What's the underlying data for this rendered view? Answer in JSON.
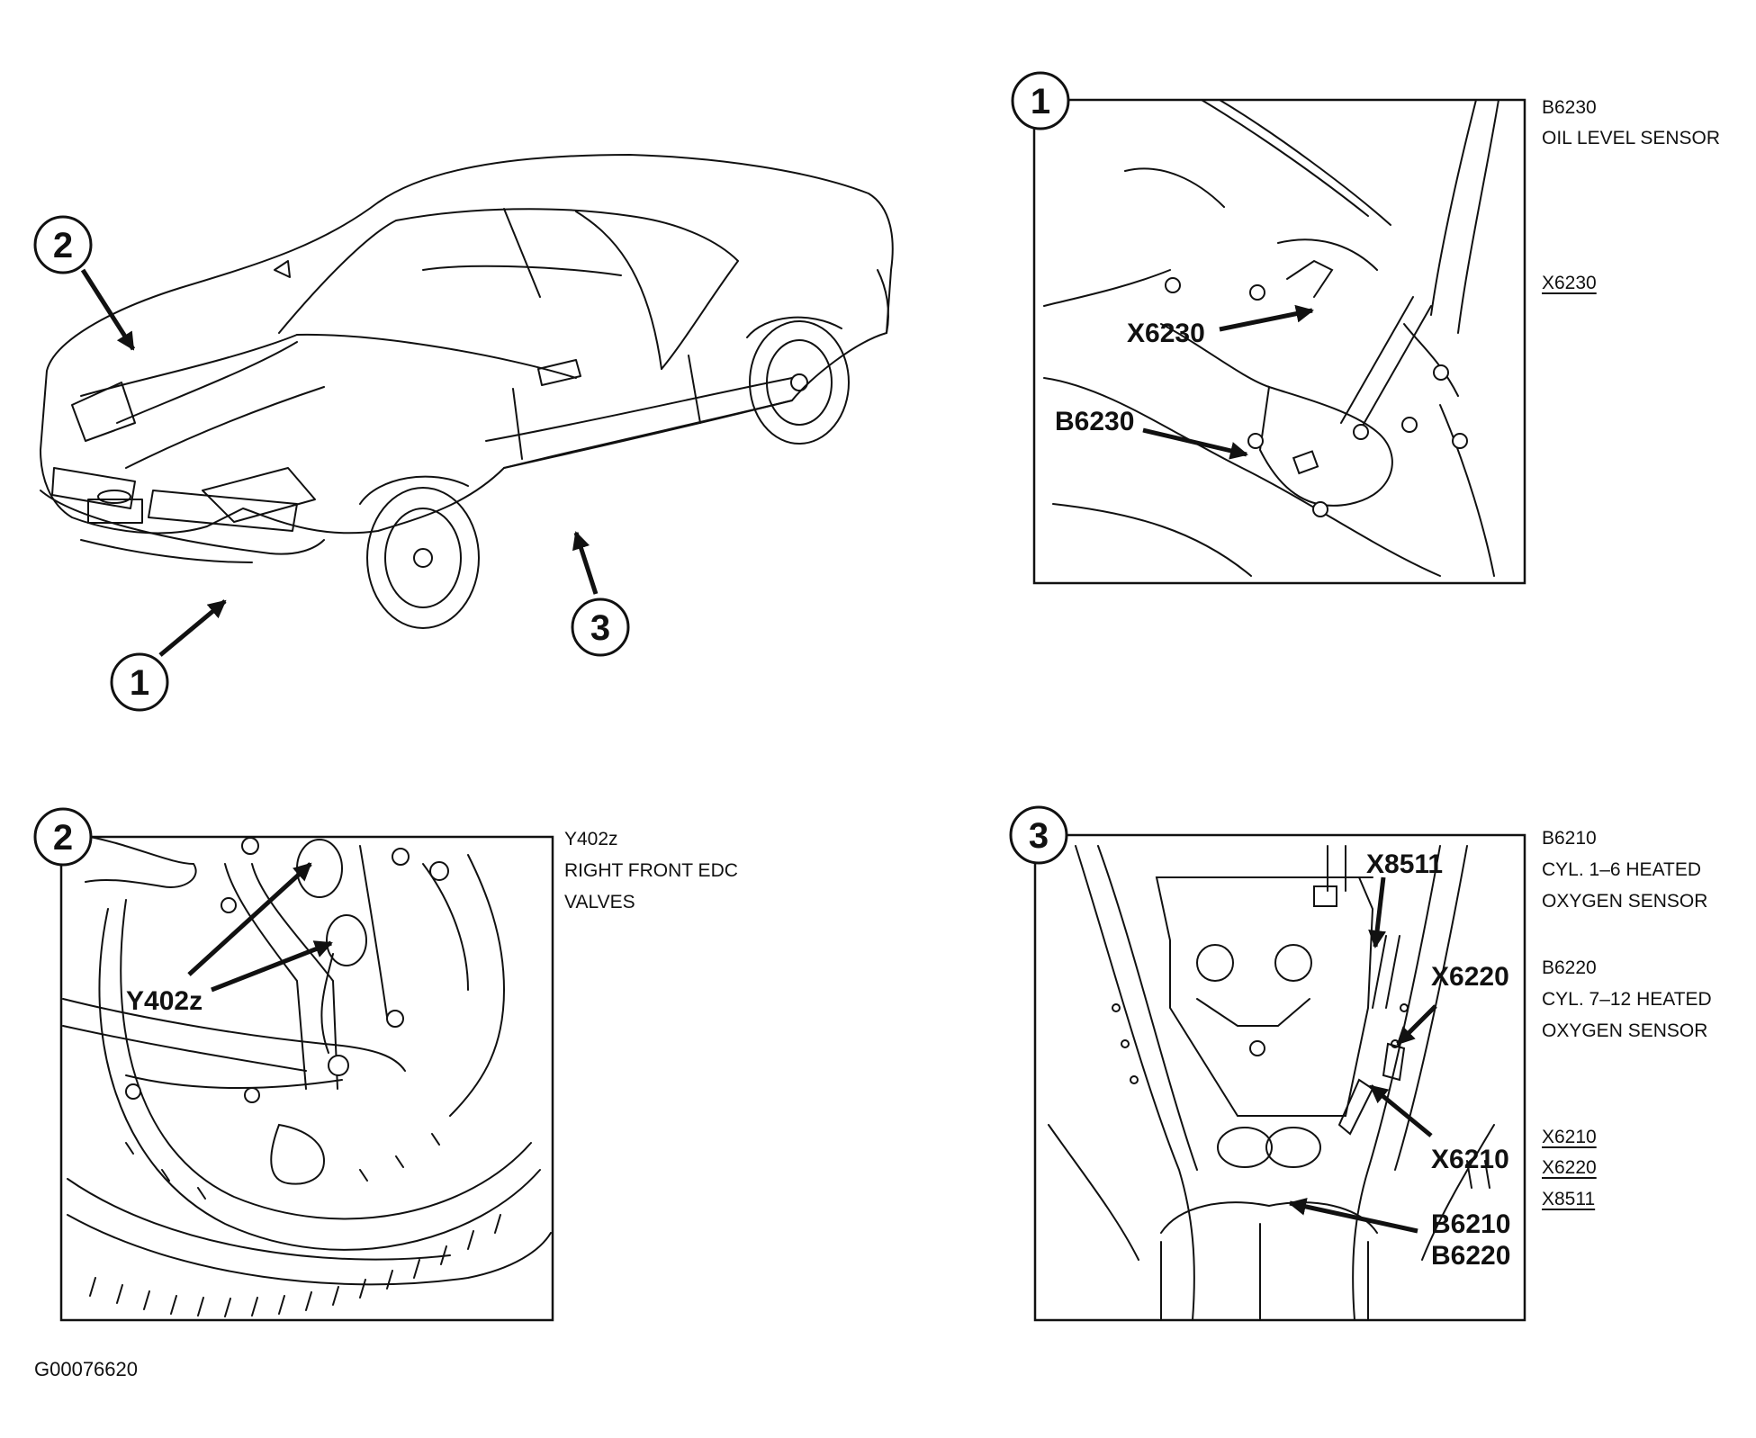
{
  "figure_id": "G00076620",
  "overview": {
    "markers": [
      "1",
      "2",
      "3"
    ]
  },
  "panels": [
    {
      "badge": "1",
      "callouts": [
        "X6230",
        "B6230"
      ],
      "legend": [
        {
          "text": "B6230",
          "underline": false
        },
        {
          "text": "OIL LEVEL SENSOR",
          "underline": false
        },
        {
          "text": "X6230",
          "underline": true
        }
      ]
    },
    {
      "badge": "2",
      "callouts": [
        "Y402z"
      ],
      "legend": [
        {
          "text": "Y402z",
          "underline": false
        },
        {
          "text": "RIGHT FRONT EDC",
          "underline": false
        },
        {
          "text": "VALVES",
          "underline": false
        }
      ]
    },
    {
      "badge": "3",
      "callouts": [
        "X8511",
        "X6220",
        "X6210",
        "B6210",
        "B6220"
      ],
      "legend": [
        {
          "text": "B6210",
          "underline": false
        },
        {
          "text": "CYL. 1–6 HEATED",
          "underline": false
        },
        {
          "text": "OXYGEN SENSOR",
          "underline": false
        },
        {
          "text": "B6220",
          "underline": false
        },
        {
          "text": "CYL. 7–12 HEATED",
          "underline": false
        },
        {
          "text": "OXYGEN SENSOR",
          "underline": false
        },
        {
          "text": "X6210",
          "underline": true
        },
        {
          "text": "X6220",
          "underline": true
        },
        {
          "text": "X8511",
          "underline": true
        }
      ]
    }
  ]
}
